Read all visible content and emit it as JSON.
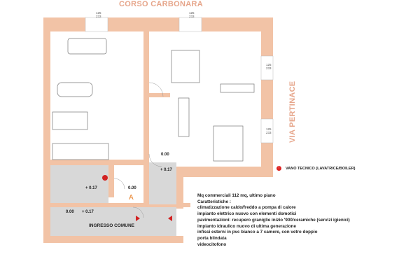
{
  "streets": {
    "top": "CORSO CARBONARA",
    "right": "VIA PERTINACE"
  },
  "window_dims": {
    "top_left": "125\n233",
    "top_right": "125\n233",
    "right_upper": "125\n233",
    "right_lower": "125\n233"
  },
  "levels": {
    "bath_right": "+ 0.17",
    "hall_right": "0.00",
    "entrance_level": "0.00",
    "bath_left": "+ 0.17",
    "landing_left": "0.00",
    "landing_plus": "+ 0.17"
  },
  "entrance_marker": "A",
  "ingresso_label": "INGRESSO COMUNE",
  "legend": {
    "icon": "!",
    "text": "VANO TECNICO (LAVATRICE/BOILER)"
  },
  "features": [
    "Mq commerciali 112 mq, ultimo piano",
    "Caratteristiche :",
    "climatizzazione caldo/freddo a pompa di calore",
    "impianto elettrico nuovo con elementi domotici",
    "pavimentazioni: recupero graniglie inizio '900/ceramiche (servizi igienici)",
    "impianto idraulico nuovo di ultima generazione",
    "infissi esterni in pvc bianco a 7 camere, con vetro doppio",
    "porta blindata",
    "videocitofono"
  ],
  "colors": {
    "wall": "#f2c3a6",
    "wall_dark": "#e8ab8d",
    "tile": "#d8d8d8",
    "street": "#e6a58a",
    "alert": "#d22222",
    "entrance": "#e8812a"
  }
}
